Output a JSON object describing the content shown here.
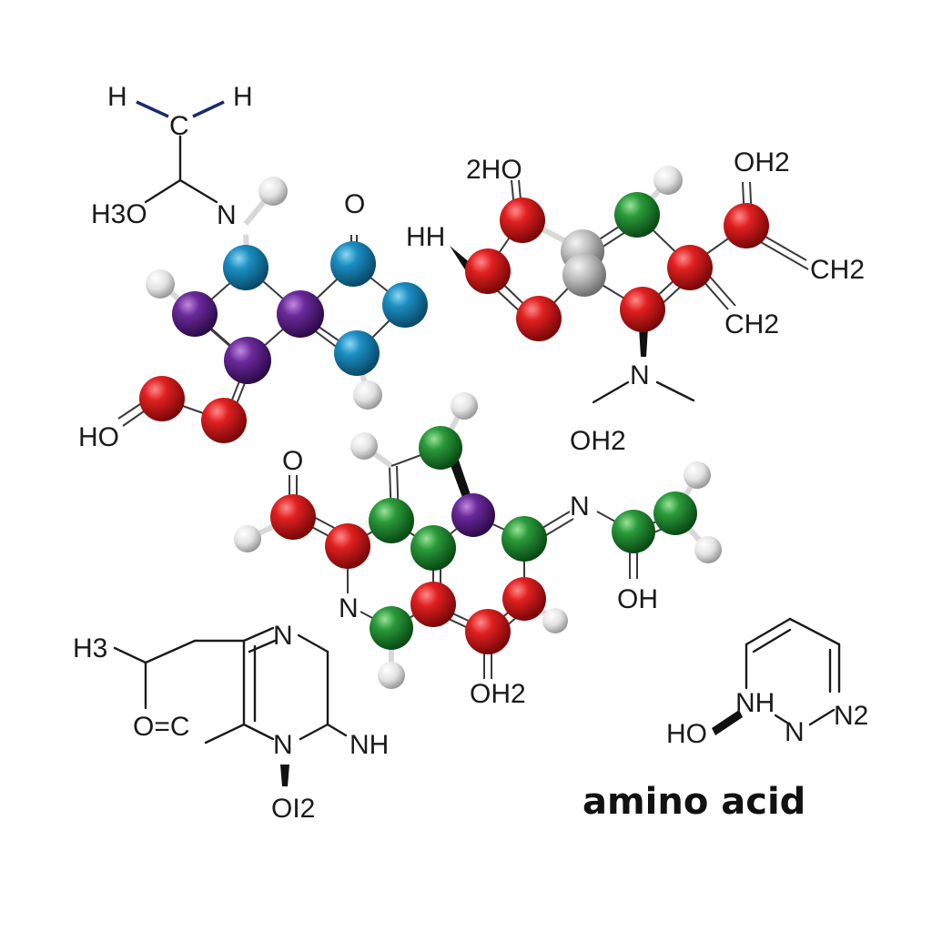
{
  "colors": {
    "oxygen": "#cc1a1a",
    "nitrogen_blue": "#1a86b8",
    "carbon_purple": "#6a2a8a",
    "carbon_green": "#2a8a3a",
    "hydrogen": "#e6e6e6",
    "grey_atom": "#b8b8b8",
    "text": "#1a1a1a",
    "blue_bond": "#1a2a6a"
  },
  "labels": {
    "m1_h_left": "H",
    "m1_h_right": "H",
    "m1_c": "C",
    "m1_h3o": "H3O",
    "m1_n": "N",
    "m1_o_top": "O",
    "m1_ho": "HO",
    "m2_2ho": "2HO",
    "m2_oh2": "OH2",
    "m2_hh": "HH",
    "m2_ch2_right": "CH2",
    "m2_ch2_bottom": "CH2",
    "m2_n": "N",
    "mid_oh2": "OH2",
    "m3_o": "O",
    "m3_n_right": "N",
    "m3_n_left": "N",
    "m3_oh": "OH",
    "m3_oh2": "OH2",
    "m4_h3": "H3",
    "m4_n_top": "N",
    "m4_oc": "O=C",
    "m4_n": "N",
    "m4_nh": "NH",
    "m4_oi2": "OI2",
    "m5_nh": "NH",
    "m5_ho": "HO",
    "m5_n": "N",
    "m5_n2": "N2"
  },
  "caption": "amino acid"
}
